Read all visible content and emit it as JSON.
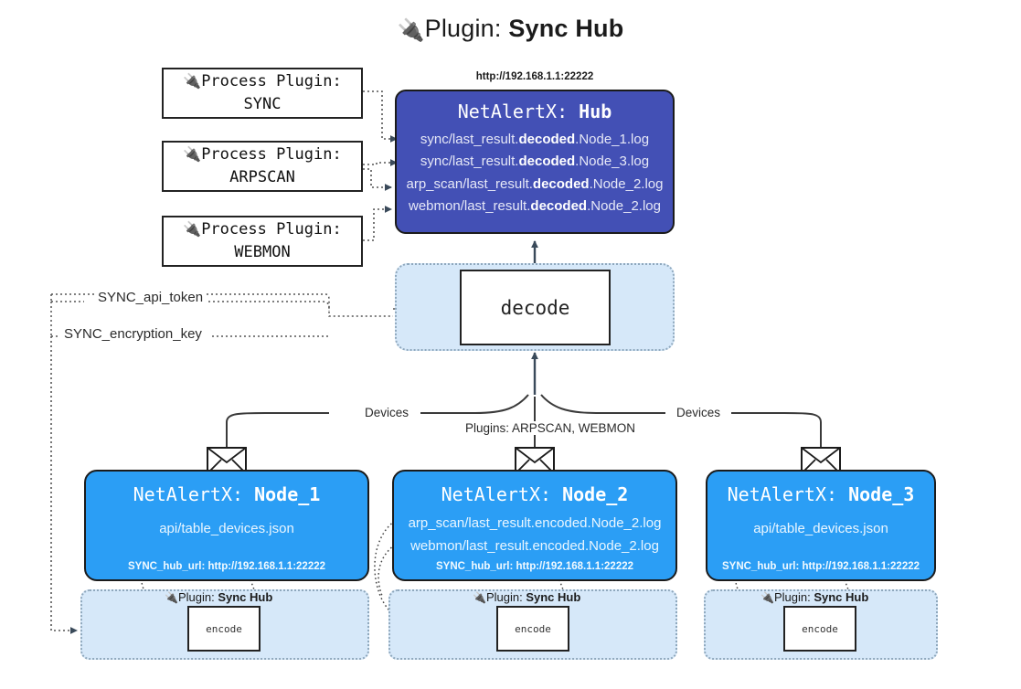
{
  "header": {
    "plug_icon": "🔌",
    "prefix": "Plugin: ",
    "name": "Sync Hub"
  },
  "process_plugins": [
    {
      "label": "Process Plugin:",
      "name": "SYNC"
    },
    {
      "label": "Process Plugin:",
      "name": "ARPSCAN"
    },
    {
      "label": "Process Plugin:",
      "name": "WEBMON"
    }
  ],
  "hub": {
    "url": "http://192.168.1.1:22222",
    "title_prefix": "NetAlertX: ",
    "title_name": "Hub",
    "lines": [
      {
        "pre": "sync/last_result.",
        "bold": "decoded",
        "post": ".Node_1.log"
      },
      {
        "pre": "sync/last_result.",
        "bold": "decoded",
        "post": ".Node_3.log"
      },
      {
        "pre": "arp_scan/last_result.",
        "bold": "decoded",
        "post": ".Node_2.log"
      },
      {
        "pre": "webmon/last_result.",
        "bold": "decoded",
        "post": ".Node_2.log"
      }
    ]
  },
  "decode": {
    "label": "decode"
  },
  "settings": {
    "api_token": "SYNC_api_token",
    "encryption_key": "SYNC_encryption_key"
  },
  "edge_labels": {
    "devices_left": "Devices",
    "devices_right": "Devices",
    "plugins_center": "Plugins: ARPSCAN, WEBMON"
  },
  "nodes": [
    {
      "title_prefix": "NetAlertX: ",
      "title_name": "Node_1",
      "lines": [
        "api/table_devices.json"
      ],
      "hub_url": "SYNC_hub_url: http://192.168.1.1:22222",
      "plugin_prefix": "Plugin: ",
      "plugin_name": "Sync Hub",
      "encode_label": "encode"
    },
    {
      "title_prefix": "NetAlertX: ",
      "title_name": "Node_2",
      "lines": [
        "arp_scan/last_result.encoded.Node_2.log",
        "webmon/last_result.encoded.Node_2.log"
      ],
      "hub_url": "SYNC_hub_url: http://192.168.1.1:22222",
      "plugin_prefix": "Plugin: ",
      "plugin_name": "Sync Hub",
      "encode_label": "encode"
    },
    {
      "title_prefix": "NetAlertX: ",
      "title_name": "Node_3",
      "lines": [
        "api/table_devices.json"
      ],
      "hub_url": "SYNC_hub_url: http://192.168.1.1:22222",
      "plugin_prefix": "Plugin: ",
      "plugin_name": "Sync Hub",
      "encode_label": "encode"
    }
  ],
  "colors": {
    "hub_bg": "#4350b5",
    "node_bg": "#2b9ef5",
    "container_bg": "#d6e8f9",
    "stroke": "#1b1b1b"
  },
  "icons": {
    "envelope": "envelope-icon",
    "plug": "plug-icon"
  }
}
